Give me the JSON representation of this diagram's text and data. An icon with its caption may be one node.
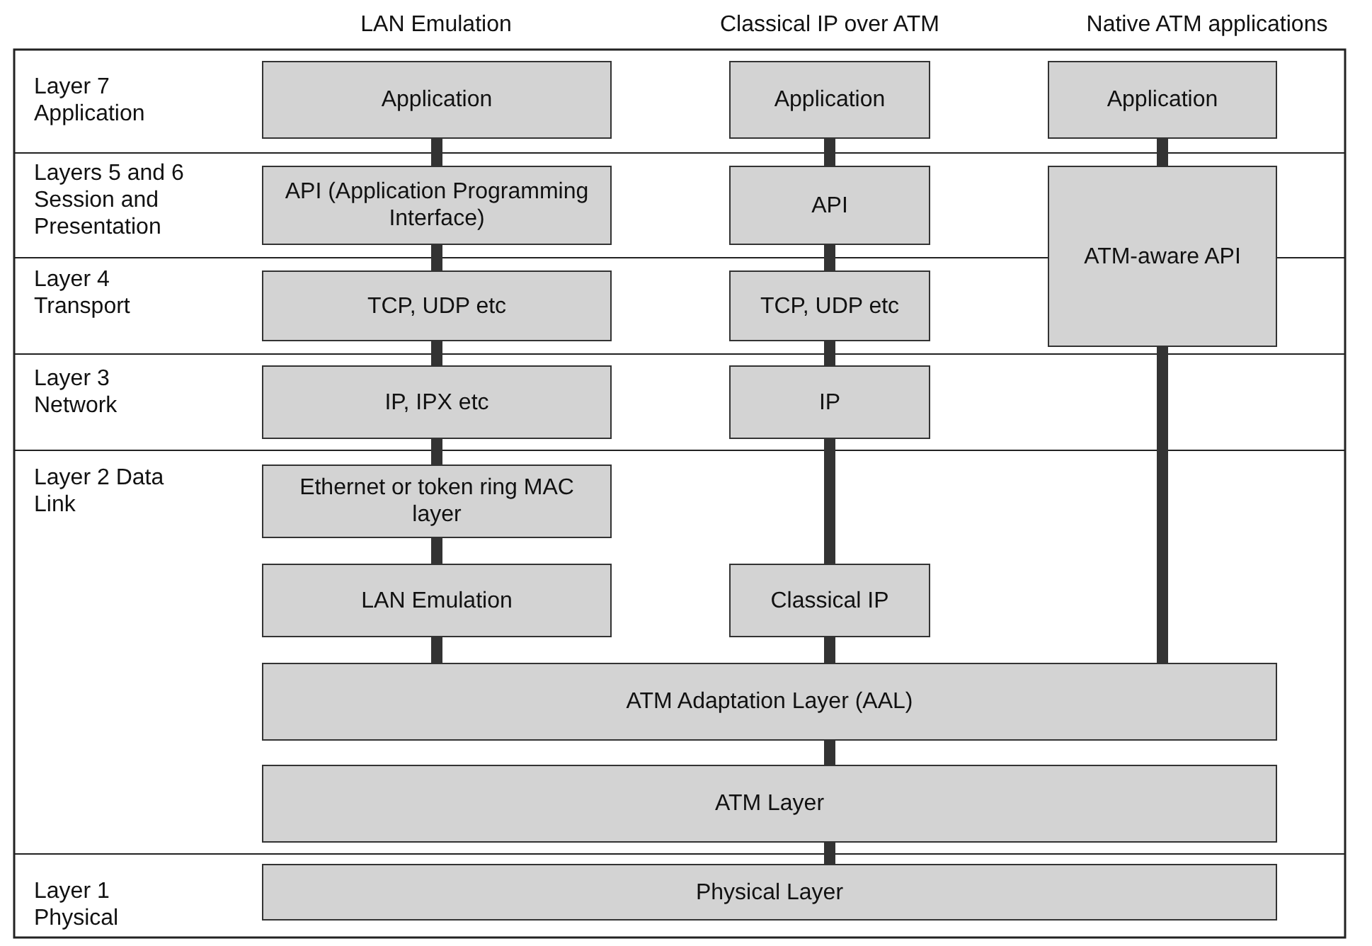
{
  "diagram": {
    "nodes": [
      {
        "text": [
          "Application"
        ]
      },
      {
        "text": [
          "Application"
        ]
      },
      {
        "text": [
          "Application"
        ]
      },
      {
        "text": [
          "API (Application Programming Interface)"
        ]
      },
      {
        "text": [
          "API"
        ]
      },
      {
        "text": [
          "ATM-aware API"
        ]
      },
      {
        "text": [
          "TCP, UDP etc"
        ]
      },
      {
        "text": [
          "TCP, UDP etc"
        ]
      },
      {
        "text": [
          "IP, IPX etc"
        ]
      },
      {
        "text": [
          "IP"
        ]
      },
      {
        "text": [
          "Ethernet or token ring MAC layer"
        ]
      },
      {
        "text": [
          "LAN Emulation"
        ]
      },
      {
        "text": [
          "Classical IP"
        ]
      },
      {
        "text": [
          "ATM Adaptation Layer (AAL)"
        ]
      },
      {
        "text": [
          "ATM Layer"
        ]
      },
      {
        "text": [
          "Physical Layer"
        ]
      }
    ],
    "edges": [
      {
        "from": 0,
        "to": 3,
        "arrow": "none"
      },
      {
        "from": 3,
        "to": 6,
        "arrow": "none"
      },
      {
        "from": 6,
        "to": 8,
        "arrow": "none"
      },
      {
        "from": 8,
        "to": 10,
        "arrow": "none"
      },
      {
        "from": 10,
        "to": 11,
        "arrow": "none"
      },
      {
        "from": 11,
        "to": 13,
        "arrow": "none"
      },
      {
        "from": 1,
        "to": 4,
        "arrow": "none"
      },
      {
        "from": 4,
        "to": 7,
        "arrow": "none"
      },
      {
        "from": 7,
        "to": 9,
        "arrow": "none"
      },
      {
        "from": 9,
        "to": 12,
        "arrow": "none"
      },
      {
        "from": 12,
        "to": 13,
        "arrow": "none"
      },
      {
        "from": 2,
        "to": 5,
        "arrow": "none"
      },
      {
        "from": 5,
        "to": 13,
        "arrow": "none"
      },
      {
        "from": 13,
        "to": 14,
        "arrow": "none"
      },
      {
        "from": 14,
        "to": 15,
        "arrow": "none"
      }
    ],
    "labels": [
      "LAN Emulation",
      "Classical IP over ATM",
      "Native ATM applications",
      "Layer 7 Application",
      "Layers 5 and 6 Session and Presentation",
      "Layer 4 Transport",
      "Layer 3 Network",
      "Layer 2 Data Link",
      "Layer 1 Physical"
    ]
  }
}
